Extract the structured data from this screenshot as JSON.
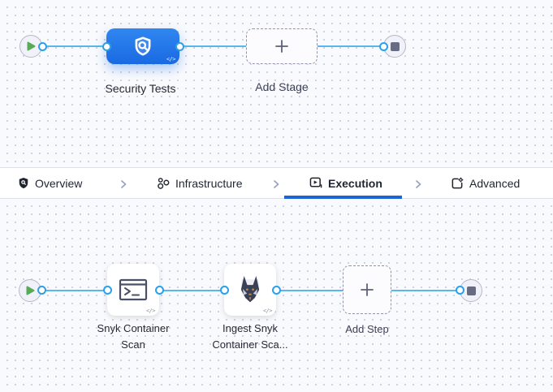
{
  "colors": {
    "flow_line": "#58b8eb",
    "stage_blue_top": "#3087f0",
    "stage_blue_bottom": "#1a69e2",
    "active_tab_underline": "#1d64d8",
    "play_green": "#57ab57",
    "stop_gray": "#676b84"
  },
  "top_flow": {
    "stage": {
      "label": "Security Tests",
      "icon": "security-shield-icon",
      "code_glyph": "</>"
    },
    "add_stage": {
      "label": "Add Stage"
    }
  },
  "tabs": {
    "items": [
      {
        "label": "Overview",
        "icon": "shield-icon",
        "active": false
      },
      {
        "label": "Infrastructure",
        "icon": "infrastructure-icon",
        "active": false
      },
      {
        "label": "Execution",
        "icon": "execution-icon",
        "active": true
      },
      {
        "label": "Advanced",
        "icon": "advanced-icon",
        "active": false
      }
    ]
  },
  "bottom_flow": {
    "steps": [
      {
        "label": "Snyk Container Scan",
        "icon": "terminal-icon",
        "code_glyph": "</>"
      },
      {
        "label": "Ingest Snyk Container Sca...",
        "icon": "snyk-dog-icon",
        "code_glyph": "</>"
      }
    ],
    "add_step": {
      "label": "Add Step"
    }
  }
}
